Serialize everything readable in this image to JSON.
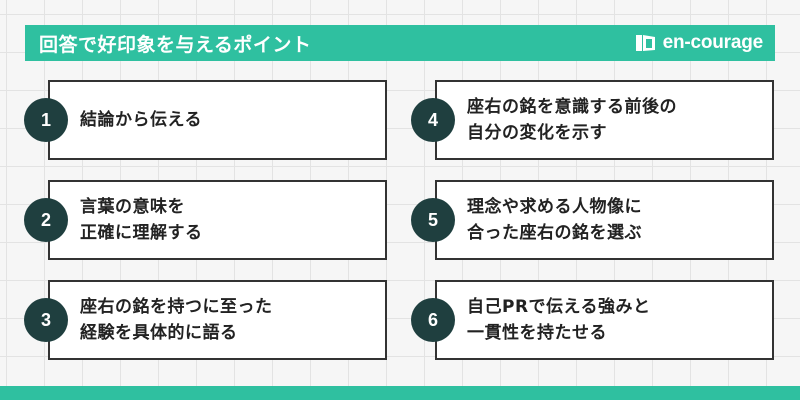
{
  "header": {
    "title": "回答で好印象を与えるポイント",
    "logo_text": "en-courage"
  },
  "points": [
    {
      "number": "1",
      "text": "結論から伝える"
    },
    {
      "number": "2",
      "text": "言葉の意味を\n正確に理解する"
    },
    {
      "number": "3",
      "text": "座右の銘を持つに至った\n経験を具体的に語る"
    },
    {
      "number": "4",
      "text": "座右の銘を意識する前後の\n自分の変化を示す"
    },
    {
      "number": "5",
      "text": "理念や求める人物像に\n合った座右の銘を選ぶ"
    },
    {
      "number": "6",
      "text": "自己PRで伝える強みと\n一貫性を持たせる"
    }
  ],
  "colors": {
    "accent": "#2fc0a0",
    "badge": "#1f3f3f",
    "card_border": "#333333"
  },
  "icons": {
    "logo": "door-icon"
  }
}
